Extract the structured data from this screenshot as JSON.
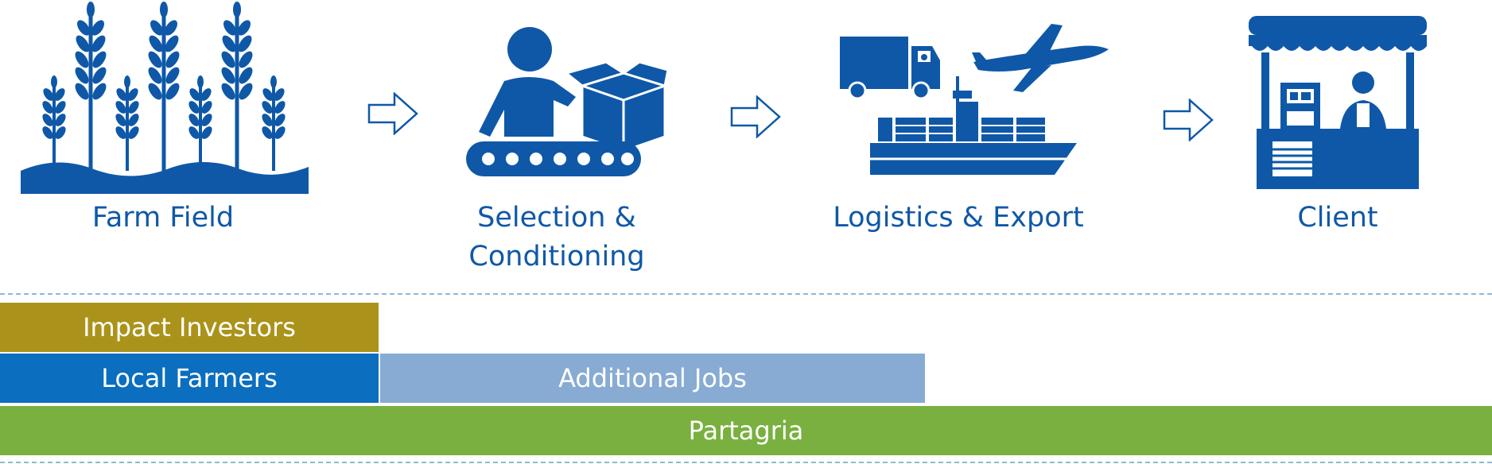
{
  "stages": [
    {
      "label": "Farm Field",
      "icon": "wheat-field-icon"
    },
    {
      "label": "Selection &",
      "label2": "Conditioning",
      "icon": "conveyor-worker-icon"
    },
    {
      "label": "Logistics & Export",
      "icon": "truck-plane-ship-icon"
    },
    {
      "label": "Client",
      "icon": "market-stall-icon"
    }
  ],
  "arrows": [
    "arrow-right-icon",
    "arrow-right-icon",
    "arrow-right-icon"
  ],
  "bars": {
    "impact_investors": "Impact Investors",
    "local_farmers": "Local Farmers",
    "additional_jobs": "Additional Jobs",
    "partagria": "Partagria"
  },
  "colors": {
    "icon_blue": "#0f58a8",
    "impact_investors": "#ab931b",
    "local_farmers": "#0b6ebf",
    "additional_jobs": "#88abd3",
    "partagria": "#79b040",
    "divider": "#8fb8d8"
  }
}
